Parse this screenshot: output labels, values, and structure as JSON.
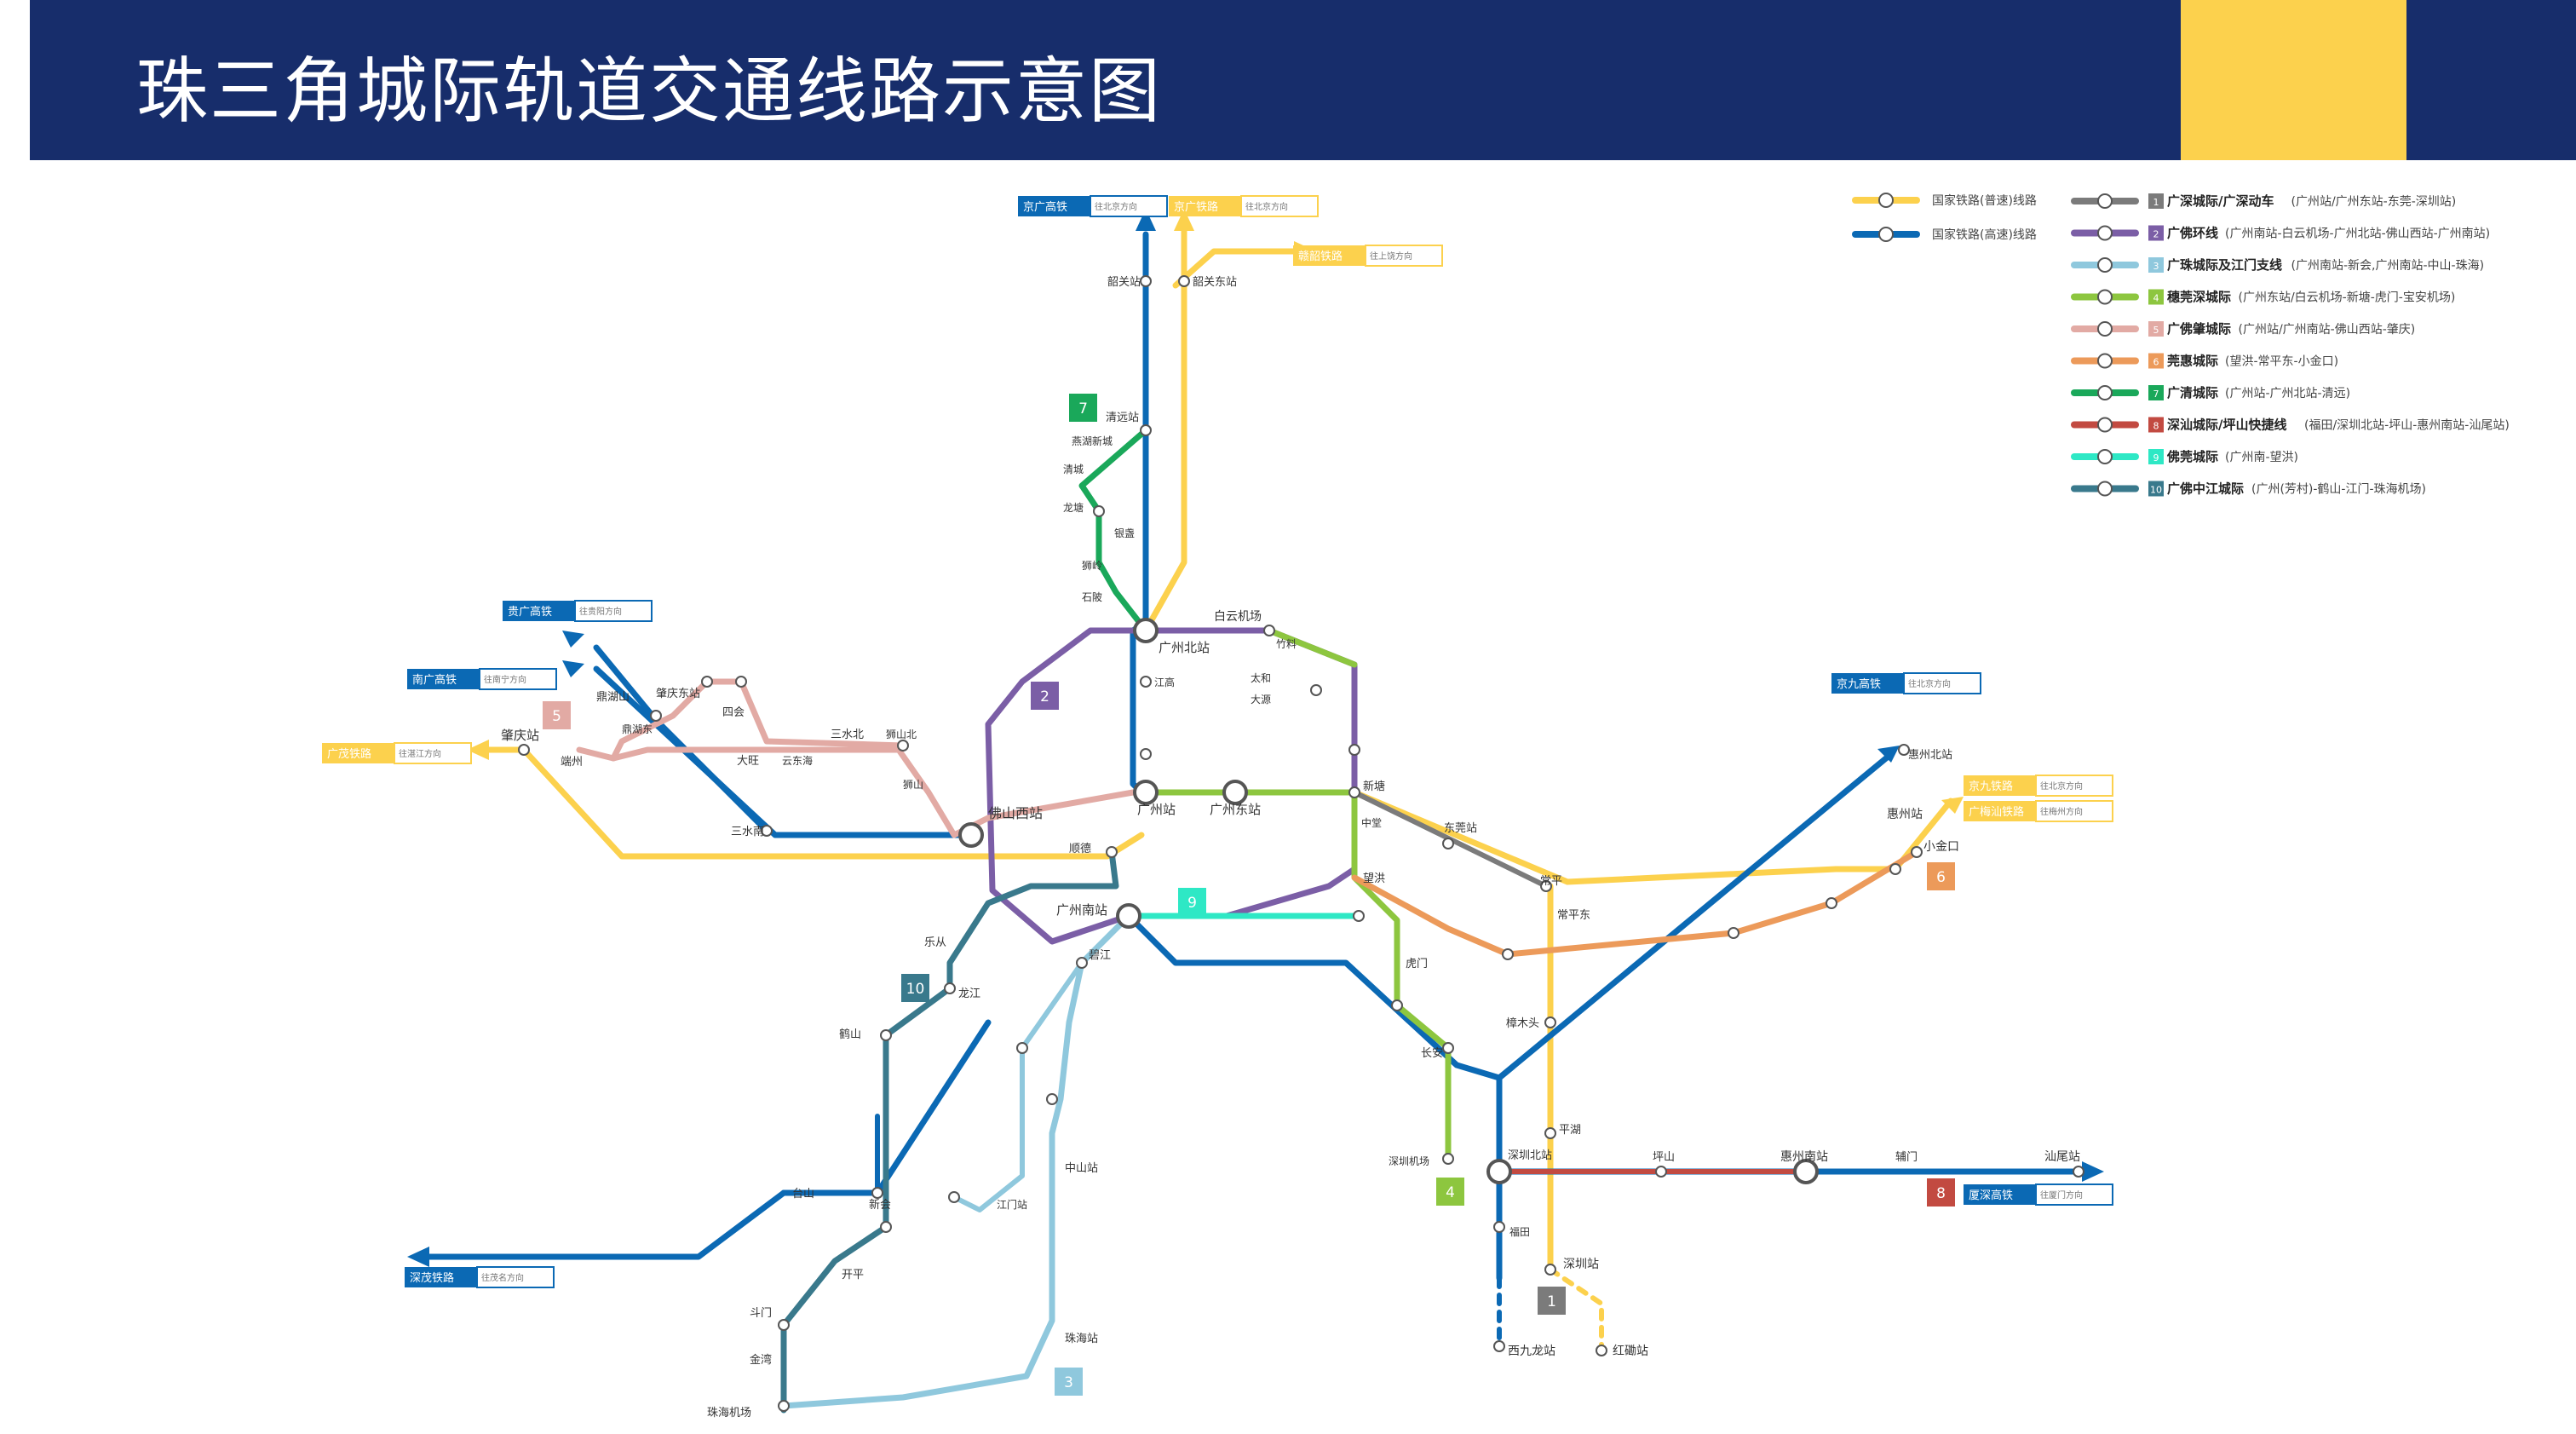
{
  "title": "珠三角城际轨道交通线路示意图",
  "colors": {
    "header": "#172d6b",
    "accent": "#fcd14d",
    "rail_normal": "#fcd14d",
    "rail_high": "#0b69b4"
  },
  "legend_rail": [
    {
      "label": "国家铁路(普速)线路",
      "color": "#fcd14d"
    },
    {
      "label": "国家铁路(高速)线路",
      "color": "#0b69b4"
    }
  ],
  "legend": [
    {
      "num": "1",
      "color": "#7b7b7b",
      "name": "广深城际/广深动车",
      "route": "(广州站/广州东站-东莞-深圳站)"
    },
    {
      "num": "2",
      "color": "#7b5ea6",
      "name": "广佛环线",
      "route": "(广州南站-白云机场-广州北站-佛山西站-广州南站)"
    },
    {
      "num": "3",
      "color": "#8fc8dd",
      "name": "广珠城际及江门支线",
      "route": "(广州南站-新会,广州南站-中山-珠海)"
    },
    {
      "num": "4",
      "color": "#8dc63f",
      "name": "穗莞深城际",
      "route": "(广州东站/白云机场-新塘-虎门-宝安机场)"
    },
    {
      "num": "5",
      "color": "#e2aaa4",
      "name": "广佛肇城际",
      "route": "(广州站/广州南站-佛山西站-肇庆)"
    },
    {
      "num": "6",
      "color": "#ec9a5a",
      "name": "莞惠城际",
      "route": "(望洪-常平东-小金口)"
    },
    {
      "num": "7",
      "color": "#1aa85a",
      "name": "广清城际",
      "route": "(广州站-广州北站-清远)"
    },
    {
      "num": "8",
      "color": "#c24a41",
      "name": "深汕城际/坪山快捷线",
      "route": "(福田/深圳北站-坪山-惠州南站-汕尾站)"
    },
    {
      "num": "9",
      "color": "#2ee8c5",
      "name": "佛莞城际",
      "route": "(广州南-望洪)"
    },
    {
      "num": "10",
      "color": "#39798c",
      "name": "广佛中江城际",
      "route": "(广州(芳村)-鹤山-江门-珠海机场)"
    }
  ],
  "route_boxes": [
    {
      "label": "京广高铁",
      "note": "往北京方向",
      "kind": "high"
    },
    {
      "label": "京广铁路",
      "note": "往北京方向",
      "kind": "normal"
    },
    {
      "label": "赣韶铁路",
      "note": "往上饶方向",
      "kind": "normal"
    },
    {
      "label": "贵广高铁",
      "note": "往贵阳方向",
      "kind": "high"
    },
    {
      "label": "南广高铁",
      "note": "往南宁方向",
      "kind": "high"
    },
    {
      "label": "广茂铁路",
      "note": "往湛江方向",
      "kind": "normal"
    },
    {
      "label": "京九高铁",
      "note": "往北京方向",
      "kind": "high"
    },
    {
      "label": "京九铁路",
      "note": "往北京方向",
      "kind": "normal"
    },
    {
      "label": "广梅汕铁路",
      "note": "往梅州方向",
      "kind": "normal"
    },
    {
      "label": "厦深高铁",
      "note": "往厦门方向",
      "kind": "high"
    },
    {
      "label": "深茂铁路",
      "note": "往茂名方向",
      "kind": "high"
    }
  ],
  "stations": {
    "shaoguan": "韶关站",
    "shaoguan_east": "韶关东站",
    "qingyuan": "清远站",
    "yanhu": "燕湖新城",
    "qingcheng": "清城",
    "longtang": "龙塘",
    "yinzhan": "银盏",
    "shiling": "狮岭",
    "shiling2": "石陂",
    "gz_north": "广州北站",
    "baiyun_airport": "白云机场",
    "jianggao": "江高",
    "zhuliao": "竹料",
    "taihe": "太和",
    "datian": "大源",
    "guangzhou": "广州站",
    "gz_east": "广州东站",
    "gz_south": "广州南站",
    "foshan_west": "佛山西站",
    "sanshuinan": "三水南",
    "zhaoqing": "肇庆站",
    "dinghu": "鼎湖山",
    "dinghu_east": "鼎湖东",
    "zhaoqing_east": "肇庆东站",
    "duanzhou": "端州",
    "sihui": "四会",
    "dawang": "大旺",
    "yundonghai": "云东海",
    "sanshuibei": "三水北",
    "shishanbei": "狮山北",
    "shishan": "狮山",
    "xintang": "新塘",
    "zhongtang": "中堂",
    "dongguan": "东莞站",
    "wanghong": "望洪",
    "changping": "常平",
    "changping_east": "常平东",
    "zhangmutou": "樟木头",
    "huizhou": "惠州站",
    "huizhou_north": "惠州北站",
    "xiaojinkou": "小金口",
    "huizhou_south": "惠州南站",
    "shenzhen_north": "深圳北站",
    "shenzhen": "深圳站",
    "pinghu": "平湖",
    "pingshan": "坪山",
    "huangpu": "辅门",
    "shanwei": "汕尾站",
    "futian": "福田",
    "xijiulong": "西九龙站",
    "hongkan": "红磡站",
    "humen": "虎门",
    "changan": "长安",
    "bao_an_airport": "深圳机场",
    "jiangmen": "江门站",
    "xinhui": "新会",
    "heshan": "鹤山",
    "zhuhai_airport": "珠海机场",
    "zhongshan": "中山站",
    "zhuhai": "珠海站",
    "shunde": "顺德",
    "bijiang": "碧江",
    "lecong": "乐从",
    "longjiang": "龙江",
    "kaiping": "开平",
    "taishan": "台山",
    "duanfen": "斗门",
    "jinwan": "金湾"
  },
  "labels": {
    "pk": [
      "广州北站",
      "广州站",
      "广州东站",
      "广州南站",
      "佛山西站",
      "东莞站",
      "惠州站",
      "深圳北站",
      "深圳站",
      "江门站",
      "中山站",
      "珠海站",
      "珠海机场",
      "肇庆站",
      "清远站",
      "韶关站",
      "韶关东站",
      "汕尾站",
      "惠州南站",
      "惠州北站",
      "西九龙站",
      "红磡站"
    ]
  }
}
